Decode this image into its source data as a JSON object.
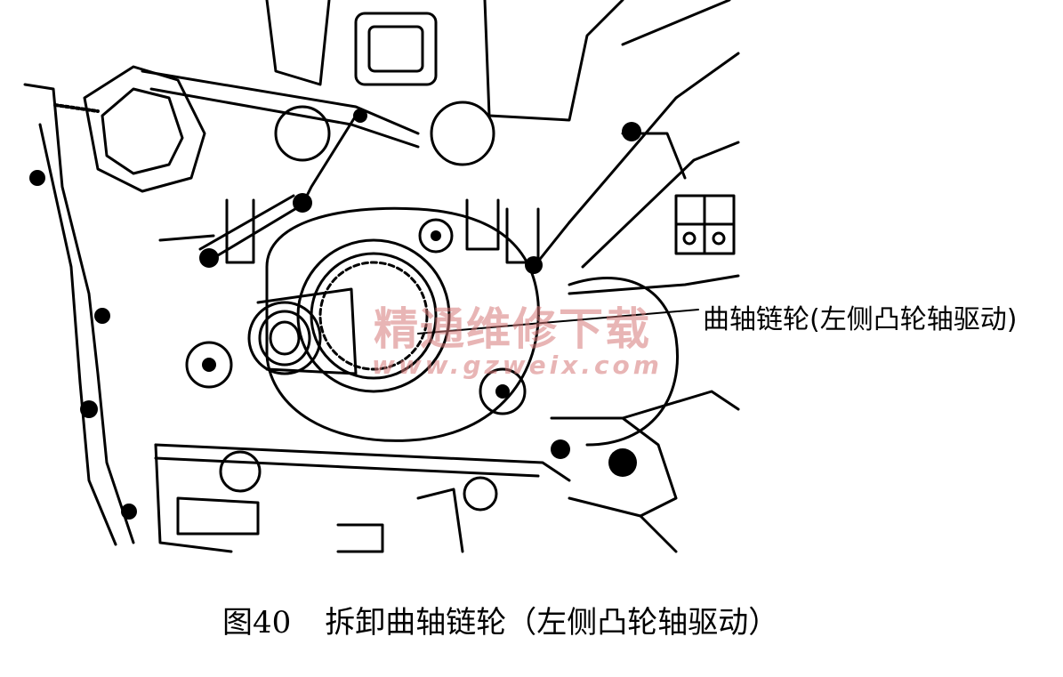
{
  "diagram": {
    "callout_label": "曲轴链轮(左侧凸轮轴驱动)",
    "figure_number": "图40",
    "figure_title": "拆卸曲轴链轮（左侧凸轮轴驱动）",
    "watermark_text": "精通维修下载",
    "watermark_url": "www.gzweix.com",
    "colors": {
      "line": "#000000",
      "background": "#ffffff",
      "watermark": "#d67878"
    }
  }
}
